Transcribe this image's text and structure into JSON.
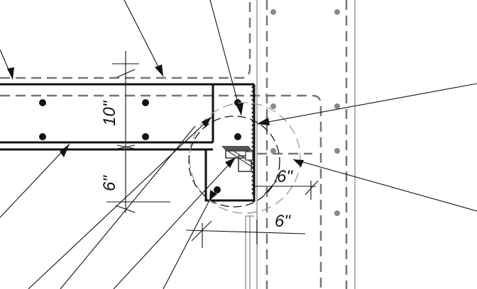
{
  "drawing": {
    "dimensions": {
      "slab_thickness": "10\"",
      "beam_offset": "6\"",
      "wall_gap_upper": "6\"",
      "wall_gap_lower": "6\""
    },
    "colors": {
      "line": "#111111",
      "hidden": "#777777",
      "rebar": "#111111"
    }
  }
}
